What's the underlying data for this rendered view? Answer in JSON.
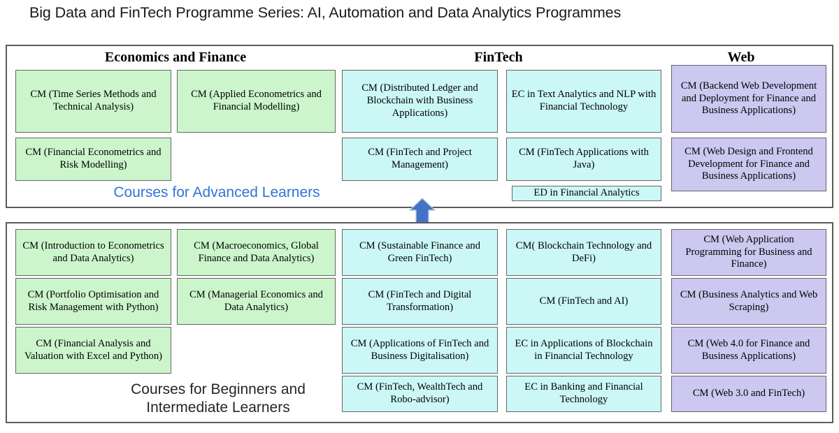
{
  "title": "Big Data and FinTech Programme Series: AI, Automation and Data Analytics Programmes",
  "colors": {
    "economics_finance": "#ccf5cc",
    "fintech": "#ccf7f7",
    "web": "#ccc8f0",
    "arrow": "#4472c4",
    "advanced_caption": "#2e75d4",
    "beginner_caption": "#262626",
    "frame_border": "#5b5b5b",
    "card_border": "#666666"
  },
  "headers": {
    "economics_finance": "Economics and Finance",
    "fintech": "FinTech",
    "web": "Web"
  },
  "sections": {
    "advanced": {
      "caption": "Courses for Advanced Learners",
      "columns": [
        {
          "name": "economics-finance-col-1",
          "category": "economics_finance",
          "cards": [
            "CM (Time Series Methods and Technical Analysis)",
            "CM (Financial Econometrics and Risk Modelling)"
          ]
        },
        {
          "name": "economics-finance-col-2",
          "category": "economics_finance",
          "cards": [
            "CM (Applied Econometrics and Financial Modelling)"
          ]
        },
        {
          "name": "fintech-col-1",
          "category": "fintech",
          "cards": [
            "CM (Distributed Ledger and Blockchain with Business Applications)",
            "CM (FinTech and Project Management)"
          ]
        },
        {
          "name": "fintech-col-2",
          "category": "fintech",
          "cards": [
            "EC in Text Analytics and NLP with Financial Technology",
            "CM (FinTech Applications with Java)",
            "ED in Financial Analytics"
          ]
        },
        {
          "name": "web-col-1",
          "category": "web",
          "cards": [
            "CM (Backend Web Development and Deployment for Finance and Business Applications)",
            "CM (Web Design and Frontend Development for Finance and Business Applications)"
          ]
        }
      ]
    },
    "beginner": {
      "caption": "Courses for Beginners and\nIntermediate Learners",
      "columns": [
        {
          "name": "economics-finance-col-1",
          "category": "economics_finance",
          "cards": [
            "CM (Introduction to Econometrics and Data Analytics)",
            "CM (Portfolio Optimisation and Risk Management with Python)",
            "CM (Financial Analysis and Valuation with Excel and Python)"
          ]
        },
        {
          "name": "economics-finance-col-2",
          "category": "economics_finance",
          "cards": [
            "CM (Macroeconomics, Global Finance and Data Analytics)",
            "CM (Managerial Economics and Data Analytics)"
          ]
        },
        {
          "name": "fintech-col-1",
          "category": "fintech",
          "cards": [
            "CM (Sustainable Finance and Green FinTech)",
            "CM (FinTech and Digital Transformation)",
            "CM (Applications of FinTech and Business Digitalisation)",
            "CM (FinTech, WealthTech and Robo-advisor)"
          ]
        },
        {
          "name": "fintech-col-2",
          "category": "fintech",
          "cards": [
            "CM( Blockchain Technology and DeFi)",
            "CM (FinTech and AI)",
            "EC in Applications of Blockchain in Financial Technology",
            "EC in Banking and Financial Technology"
          ]
        },
        {
          "name": "web-col-1",
          "category": "web",
          "cards": [
            "CM (Web Application Programming for Business and Finance)",
            "CM (Business Analytics and Web Scraping)",
            "CM (Web 4.0 for Finance and Business Applications)",
            "CM (Web 3.0 and FinTech)"
          ]
        }
      ]
    }
  },
  "arrow": {
    "icon": "arrow-up-icon",
    "direction": "up"
  }
}
